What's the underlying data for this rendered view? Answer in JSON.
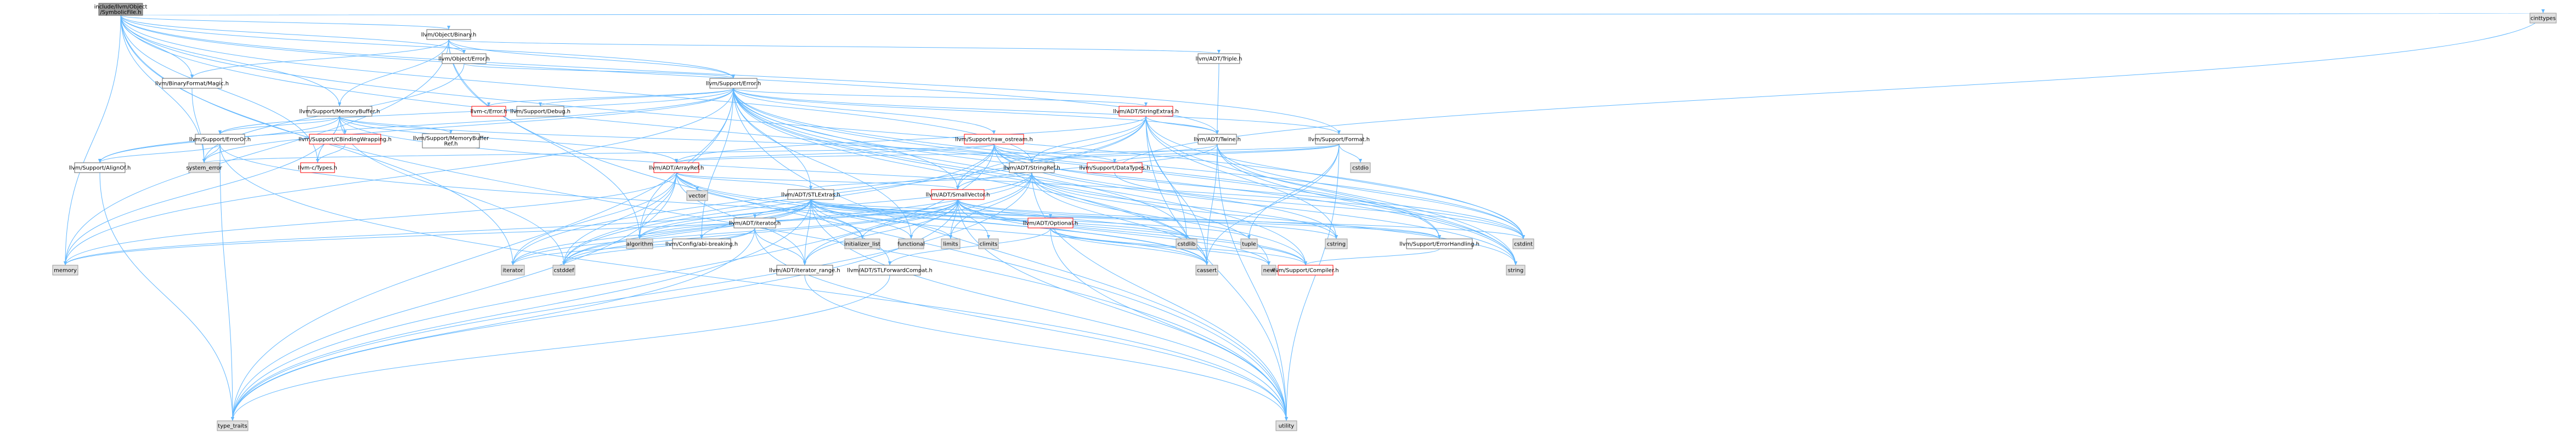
{
  "colors": {
    "root_fill": "#999999",
    "node_fill": "#ffffff",
    "node_border": "#666666",
    "link_border": "#ff0000",
    "system_fill": "#e0e0e0",
    "system_border": "#999999",
    "edge": "#63b8ff"
  },
  "nodes": [
    {
      "id": "root",
      "label": [
        "include/llvm/Object",
        "/SymbolicFile.h"
      ],
      "kind": "root"
    },
    {
      "id": "cinttypes",
      "label": [
        "cinttypes"
      ],
      "kind": "system"
    },
    {
      "id": "objbinary",
      "label": [
        "llvm/Object/Binary.h"
      ],
      "kind": "normal"
    },
    {
      "id": "magic",
      "label": [
        "llvm/BinaryFormat/Magic.h"
      ],
      "kind": "normal"
    },
    {
      "id": "objerror",
      "label": [
        "llvm/Object/Error.h"
      ],
      "kind": "normal"
    },
    {
      "id": "triple",
      "label": [
        "llvm/ADT/Triple.h"
      ],
      "kind": "normal"
    },
    {
      "id": "supporterror",
      "label": [
        "llvm/Support/Error.h"
      ],
      "kind": "normal"
    },
    {
      "id": "memorybuffer",
      "label": [
        "llvm/Support/MemoryBuffer.h"
      ],
      "kind": "normal"
    },
    {
      "id": "cerror",
      "label": [
        "llvm-c/Error.h"
      ],
      "kind": "link"
    },
    {
      "id": "debug",
      "label": [
        "llvm/Support/Debug.h"
      ],
      "kind": "normal"
    },
    {
      "id": "stringextras",
      "label": [
        "llvm/ADT/StringExtras.h"
      ],
      "kind": "link"
    },
    {
      "id": "erroror",
      "label": [
        "llvm/Support/ErrorOr.h"
      ],
      "kind": "normal"
    },
    {
      "id": "cbinding",
      "label": [
        "llvm/Support/CBindingWrapping.h"
      ],
      "kind": "link"
    },
    {
      "id": "mbref",
      "label": [
        "llvm/Support/MemoryBuffer",
        "Ref.h"
      ],
      "kind": "normal"
    },
    {
      "id": "rawostream",
      "label": [
        "llvm/Support/raw_ostream.h"
      ],
      "kind": "link"
    },
    {
      "id": "adttriple",
      "label": [
        "llvm/ADT/Twine.h"
      ],
      "kind": "normal"
    },
    {
      "id": "format",
      "label": [
        "llvm/Support/Format.h"
      ],
      "kind": "normal"
    },
    {
      "id": "alignof",
      "label": [
        "llvm/Support/AlignOf.h"
      ],
      "kind": "normal"
    },
    {
      "id": "systemerror",
      "label": [
        "system_error"
      ],
      "kind": "system"
    },
    {
      "id": "ctypes",
      "label": [
        "llvm-c/Types.h"
      ],
      "kind": "link"
    },
    {
      "id": "arrayref",
      "label": [
        "llvm/ADT/ArrayRef.h"
      ],
      "kind": "link"
    },
    {
      "id": "stringref",
      "label": [
        "llvm/ADT/StringRef.h"
      ],
      "kind": "normal"
    },
    {
      "id": "datatypes",
      "label": [
        "llvm/Support/DataTypes.h"
      ],
      "kind": "link"
    },
    {
      "id": "cstdio",
      "label": [
        "cstdio"
      ],
      "kind": "system"
    },
    {
      "id": "stlextras",
      "label": [
        "llvm/ADT/STLExtras.h"
      ],
      "kind": "normal"
    },
    {
      "id": "smallvector",
      "label": [
        "llvm/ADT/SmallVector.h"
      ],
      "kind": "link"
    },
    {
      "id": "vector",
      "label": [
        "vector"
      ],
      "kind": "system"
    },
    {
      "id": "iterator",
      "label": [
        "llvm/ADT/iterator.h"
      ],
      "kind": "normal"
    },
    {
      "id": "optional",
      "label": [
        "llvm/ADT/Optional.h"
      ],
      "kind": "link"
    },
    {
      "id": "algorithm",
      "label": [
        "algorithm"
      ],
      "kind": "system"
    },
    {
      "id": "configbreak",
      "label": [
        "llvm/Config/abi-breaking.h"
      ],
      "kind": "normal"
    },
    {
      "id": "initlist",
      "label": [
        "initializer_list"
      ],
      "kind": "system"
    },
    {
      "id": "functional",
      "label": [
        "functional"
      ],
      "kind": "system"
    },
    {
      "id": "limits",
      "label": [
        "limits"
      ],
      "kind": "system"
    },
    {
      "id": "climits",
      "label": [
        "climits"
      ],
      "kind": "system"
    },
    {
      "id": "cstdlib",
      "label": [
        "cstdlib"
      ],
      "kind": "system"
    },
    {
      "id": "tuple",
      "label": [
        "tuple"
      ],
      "kind": "system"
    },
    {
      "id": "cstring",
      "label": [
        "cstring"
      ],
      "kind": "system"
    },
    {
      "id": "errorhandling",
      "label": [
        "llvm/Support/ErrorHandling.h"
      ],
      "kind": "normal"
    },
    {
      "id": "cstdint",
      "label": [
        "cstdint"
      ],
      "kind": "system"
    },
    {
      "id": "memory",
      "label": [
        "memory"
      ],
      "kind": "system"
    },
    {
      "id": "iteratorstd",
      "label": [
        "iterator"
      ],
      "kind": "system"
    },
    {
      "id": "cstddef",
      "label": [
        "cstddef"
      ],
      "kind": "system"
    },
    {
      "id": "iterrange",
      "label": [
        "llvm/ADT/iterator_range.h"
      ],
      "kind": "normal"
    },
    {
      "id": "stlfwd",
      "label": [
        "llvm/ADT/STLForwardCompat.h"
      ],
      "kind": "normal"
    },
    {
      "id": "cassert",
      "label": [
        "cassert"
      ],
      "kind": "system"
    },
    {
      "id": "new",
      "label": [
        "new"
      ],
      "kind": "system"
    },
    {
      "id": "compiler",
      "label": [
        "llvm/Support/Compiler.h"
      ],
      "kind": "link"
    },
    {
      "id": "string",
      "label": [
        "string"
      ],
      "kind": "system"
    },
    {
      "id": "typetraits",
      "label": [
        "type_traits"
      ],
      "kind": "system"
    },
    {
      "id": "utility",
      "label": [
        "utility"
      ],
      "kind": "system"
    }
  ]
}
